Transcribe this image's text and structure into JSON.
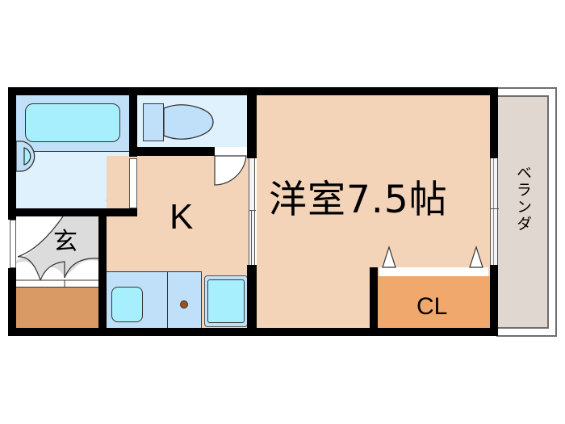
{
  "floorplan": {
    "layout": "1K",
    "colors": {
      "wall": "#000000",
      "wet_area": "#dff1fc",
      "wet_area_dark": "#bfe0f8",
      "fixture": "#a8effd",
      "floor_wood": "#f3d4b9",
      "closet": "#f0a86c",
      "shoe_box": "#d99a66",
      "entrance_floor": "#dcdcdc",
      "veranda": "#e0d8d0",
      "door": "#ffffff"
    },
    "rooms": {
      "main_room": {
        "label": "洋室7.5帖",
        "type": "Western-style room",
        "size_jo": 7.5
      },
      "kitchen": {
        "label": "K"
      },
      "entrance": {
        "label": "玄"
      },
      "closet": {
        "label": "CL"
      },
      "balcony": {
        "label": "ベランダ"
      },
      "bathroom": {
        "label": ""
      },
      "toilet": {
        "label": ""
      }
    }
  }
}
